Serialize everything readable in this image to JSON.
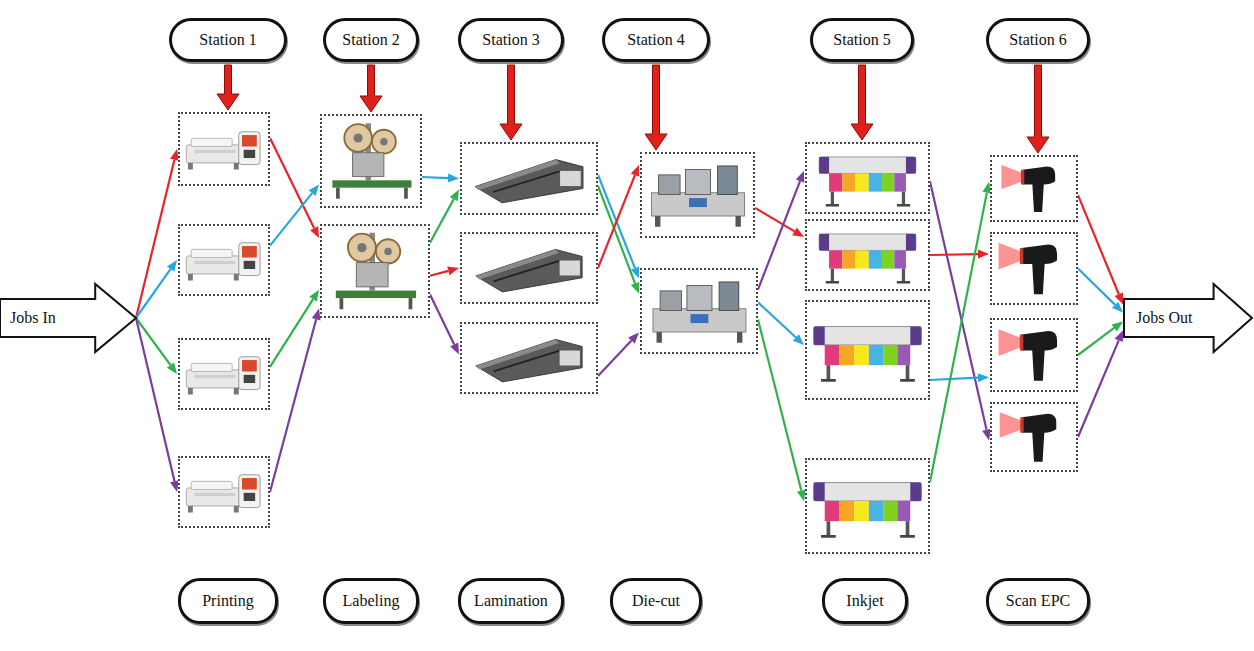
{
  "diagram": {
    "nodes": [
      {
        "text": [
          "Station 1"
        ]
      },
      {
        "text": [
          "Station 2"
        ]
      },
      {
        "text": [
          "Station 3"
        ]
      },
      {
        "text": [
          "Station 4"
        ]
      },
      {
        "text": [
          "Station 5"
        ]
      },
      {
        "text": [
          "Station 6"
        ]
      },
      {
        "text": [
          "Jobs In"
        ]
      },
      {
        "text": []
      },
      {
        "text": []
      },
      {
        "text": []
      },
      {
        "text": []
      },
      {
        "text": []
      },
      {
        "text": []
      },
      {
        "text": []
      },
      {
        "text": []
      },
      {
        "text": []
      },
      {
        "text": []
      },
      {
        "text": []
      },
      {
        "text": []
      },
      {
        "text": []
      },
      {
        "text": []
      },
      {
        "text": []
      },
      {
        "text": []
      },
      {
        "text": []
      },
      {
        "text": []
      },
      {
        "text": []
      },
      {
        "text": [
          "Jobs Out"
        ]
      },
      {
        "text": [
          "Printing"
        ]
      },
      {
        "text": [
          "Labeling"
        ]
      },
      {
        "text": [
          "Lamination"
        ]
      },
      {
        "text": [
          "Die-cut"
        ]
      },
      {
        "text": [
          "Inkjet"
        ]
      },
      {
        "text": [
          "Scan EPC"
        ]
      }
    ],
    "edges": [
      {
        "from": 0,
        "to": 7,
        "arrow": "to"
      },
      {
        "from": 1,
        "to": 11,
        "arrow": "to"
      },
      {
        "from": 2,
        "to": 13,
        "arrow": "to"
      },
      {
        "from": 3,
        "to": 16,
        "arrow": "to"
      },
      {
        "from": 4,
        "to": 18,
        "arrow": "to"
      },
      {
        "from": 5,
        "to": 22,
        "arrow": "to"
      },
      {
        "from": 6,
        "to": 7,
        "arrow": "to"
      },
      {
        "from": 6,
        "to": 8,
        "arrow": "to"
      },
      {
        "from": 6,
        "to": 9,
        "arrow": "to"
      },
      {
        "from": 6,
        "to": 10,
        "arrow": "to"
      },
      {
        "from": 7,
        "to": 12,
        "arrow": "to"
      },
      {
        "from": 8,
        "to": 11,
        "arrow": "to"
      },
      {
        "from": 9,
        "to": 12,
        "arrow": "to"
      },
      {
        "from": 10,
        "to": 12,
        "arrow": "to"
      },
      {
        "from": 11,
        "to": 13,
        "arrow": "to"
      },
      {
        "from": 12,
        "to": 14,
        "arrow": "to"
      },
      {
        "from": 12,
        "to": 13,
        "arrow": "to"
      },
      {
        "from": 12,
        "to": 15,
        "arrow": "to"
      },
      {
        "from": 13,
        "to": 17,
        "arrow": "to"
      },
      {
        "from": 13,
        "to": 17,
        "arrow": "to"
      },
      {
        "from": 14,
        "to": 16,
        "arrow": "to"
      },
      {
        "from": 15,
        "to": 17,
        "arrow": "to"
      },
      {
        "from": 16,
        "to": 19,
        "arrow": "to"
      },
      {
        "from": 17,
        "to": 20,
        "arrow": "to"
      },
      {
        "from": 17,
        "to": 21,
        "arrow": "to"
      },
      {
        "from": 17,
        "to": 18,
        "arrow": "to"
      },
      {
        "from": 18,
        "to": 25,
        "arrow": "to"
      },
      {
        "from": 19,
        "to": 23,
        "arrow": "to"
      },
      {
        "from": 20,
        "to": 24,
        "arrow": "to"
      },
      {
        "from": 21,
        "to": 22,
        "arrow": "to"
      },
      {
        "from": 22,
        "to": 26,
        "arrow": "to"
      },
      {
        "from": 23,
        "to": 26,
        "arrow": "to"
      },
      {
        "from": 24,
        "to": 26,
        "arrow": "to"
      },
      {
        "from": 25,
        "to": 26,
        "arrow": "to"
      }
    ]
  }
}
